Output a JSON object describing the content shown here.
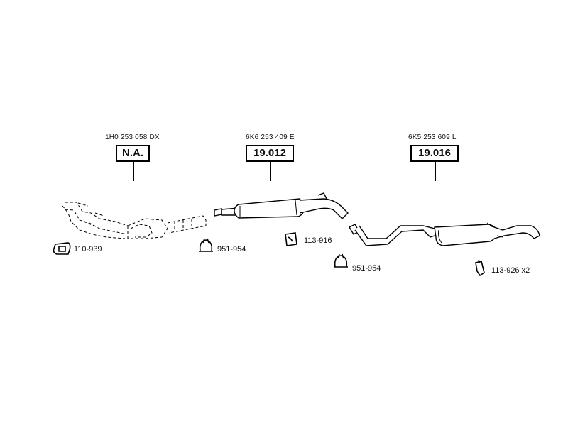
{
  "parts": [
    {
      "oe_number": "1H0 253 058 DX",
      "part_code": "N.A."
    },
    {
      "oe_number": "6K6 253 409 E",
      "part_code": "19.012"
    },
    {
      "oe_number": "6K5 253 609 L",
      "part_code": "19.016"
    }
  ],
  "accessories": [
    {
      "code": "110-939",
      "icon": "gasket-icon"
    },
    {
      "code": "951-954",
      "icon": "clamp-icon"
    },
    {
      "code": "113-916",
      "icon": "rubber-mount-icon"
    },
    {
      "code": "951-954",
      "icon": "clamp-icon"
    },
    {
      "code": "113-926 x2",
      "icon": "hanger-icon"
    }
  ]
}
